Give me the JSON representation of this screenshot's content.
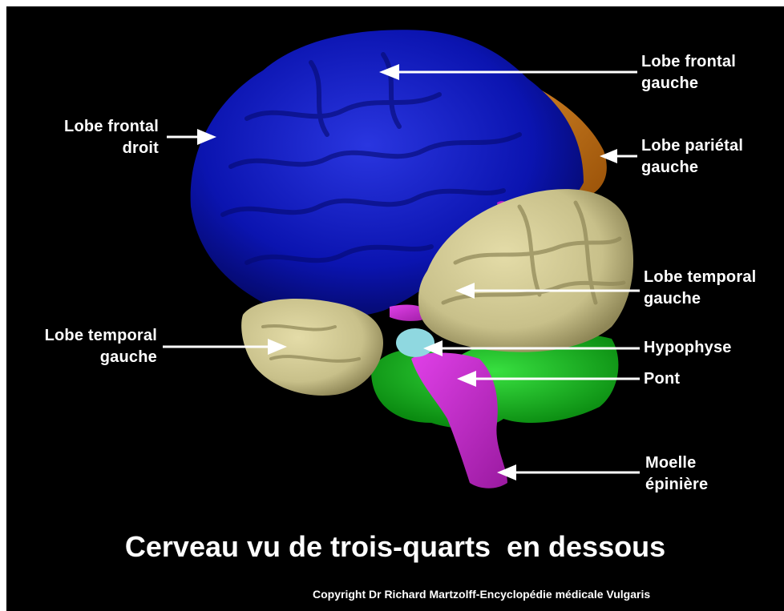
{
  "labels": {
    "frontal_left": "Lobe frontal\ngauche",
    "frontal_right": "Lobe frontal\ndroit",
    "parietal_left": "Lobe pariétal\ngauche",
    "temporal_left_right_side": "Lobe temporal\ngauche",
    "temporal_left_left_side": "Lobe temporal\ngauche",
    "hypophyse": "Hypophyse",
    "pont": "Pont",
    "moelle": "Moelle\népinière"
  },
  "caption": "Cerveau vu de trois-quarts  en dessous",
  "copyright": "Copyright Dr Richard Martzolff-Encyclopédie médicale Vulgaris",
  "colors": {
    "background": "#000000",
    "frontal": "#0b14b0",
    "temporal": "#c8c08a",
    "parietal": "#c87414",
    "cerebellum": "#12b81a",
    "brainstem": "#c020c8",
    "hypophyse": "#8fd8e0",
    "arrow": "#ffffff"
  }
}
